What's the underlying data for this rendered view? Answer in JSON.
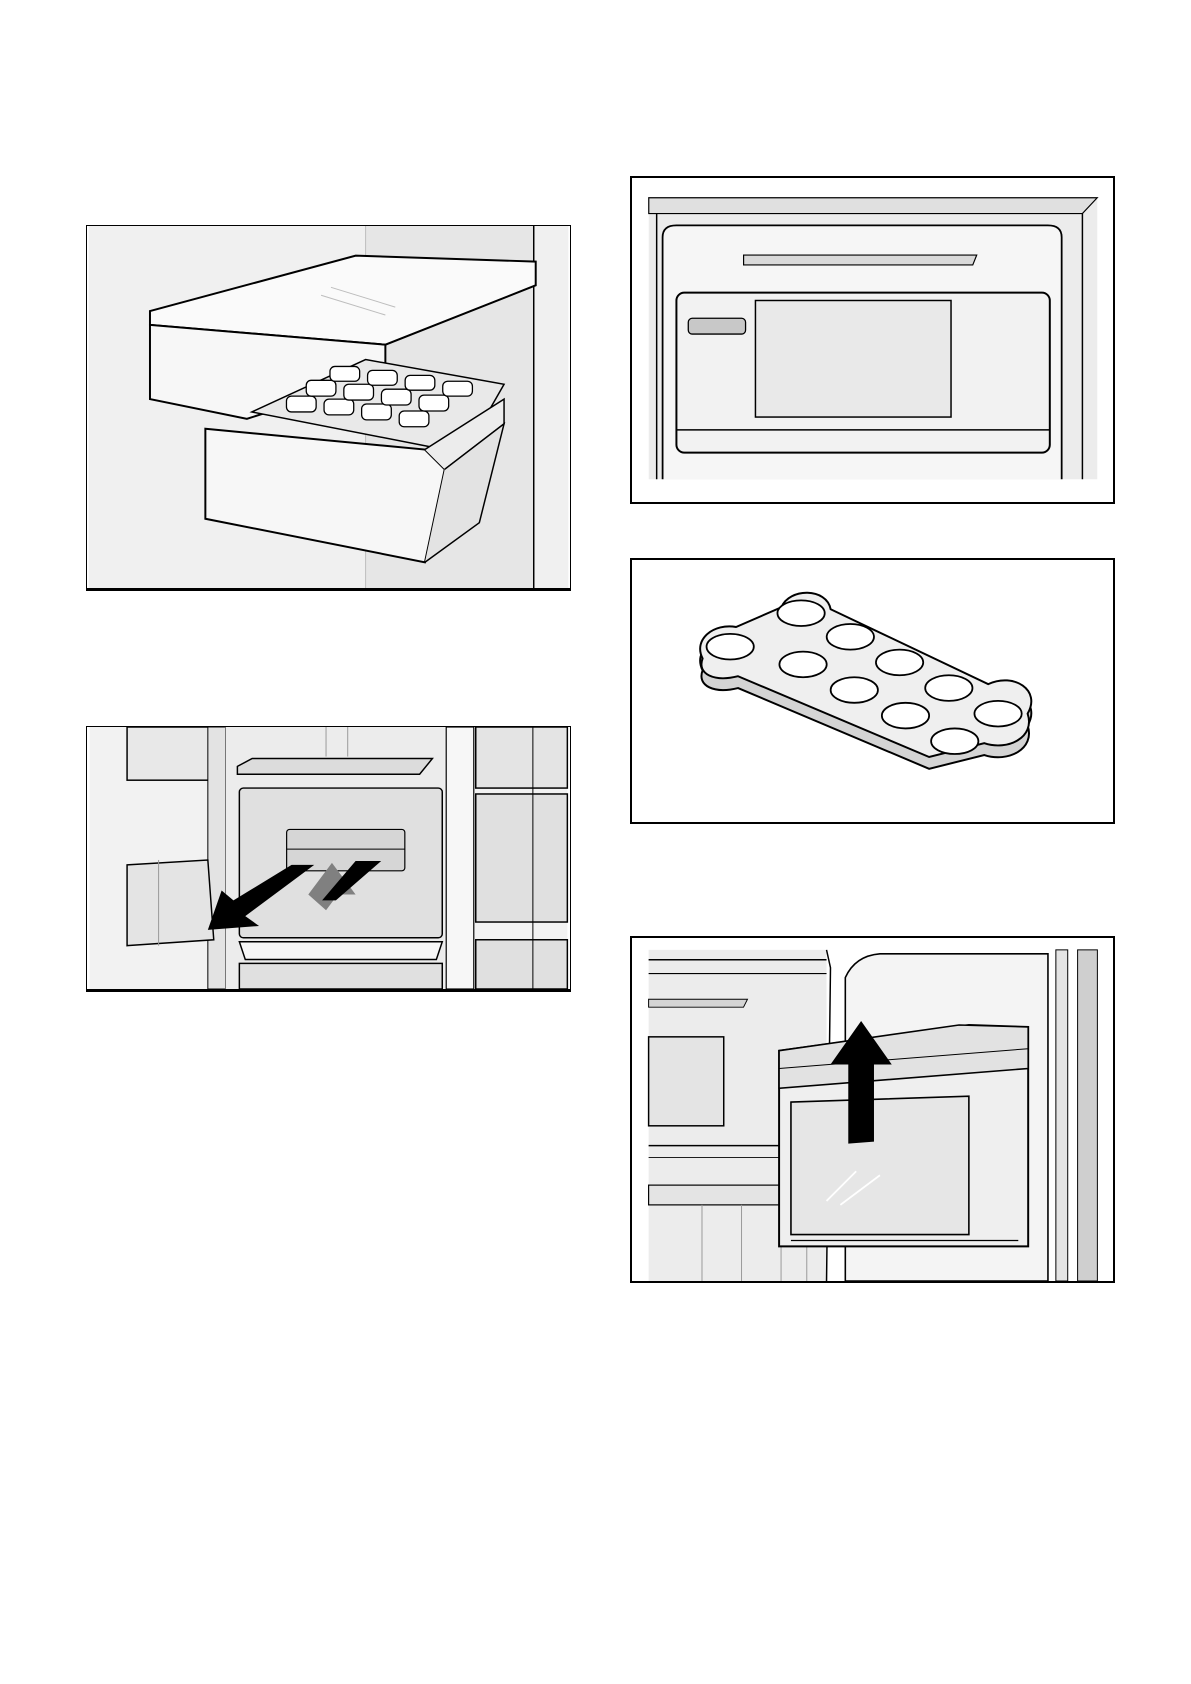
{
  "page": {
    "figures": [
      {
        "id": "ice-cube-tray",
        "icon": "ice-cube-tray-illustration"
      },
      {
        "id": "freezer-drawer-removal",
        "icon": "drawer-removal-illustration"
      },
      {
        "id": "freezer-interior",
        "icon": "freezer-compartment-illustration"
      },
      {
        "id": "egg-tray",
        "icon": "egg-tray-illustration"
      },
      {
        "id": "door-shelf-removal",
        "icon": "door-shelf-removal-illustration"
      }
    ],
    "colors": {
      "line": "#000000",
      "panel_light": "#f2f2f2",
      "panel_mid": "#e6e6e6",
      "panel_dark": "#cfcfcf",
      "arrow": "#000000",
      "arrow_shadow": "#808080"
    }
  }
}
